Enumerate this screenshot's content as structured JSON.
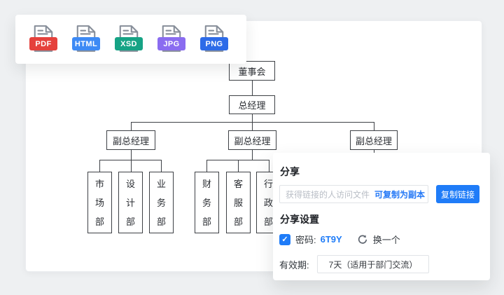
{
  "export_bar": {
    "formats": [
      {
        "label": "PDF",
        "color": "#e5413c",
        "icon": "pdf-file-icon"
      },
      {
        "label": "HTML",
        "color": "#3d8af5",
        "icon": "html-file-icon"
      },
      {
        "label": "XSD",
        "color": "#16a385",
        "icon": "xsd-file-icon"
      },
      {
        "label": "JPG",
        "color": "#8a6cf0",
        "icon": "jpg-file-icon"
      },
      {
        "label": "PNG",
        "color": "#2d6be8",
        "icon": "png-file-icon"
      }
    ]
  },
  "org_chart": {
    "root": "董事会",
    "general_manager": "总经理",
    "vice_managers": [
      "副总经理",
      "副总经理",
      "副总经理"
    ],
    "departments": [
      "市场部",
      "设计部",
      "业务部",
      "财务部",
      "客服部",
      "行政部"
    ]
  },
  "share_dialog": {
    "title": "分享",
    "link_input": {
      "placeholder": "获得链接的人访问文件",
      "copy_as_copy_label": "可复制为副本"
    },
    "copy_link_button": "复制链接",
    "settings_title": "分享设置",
    "password": {
      "checked": true,
      "label": "密码:",
      "value": "6T9Y",
      "refresh_label": "换一个"
    },
    "validity": {
      "label": "有效期:",
      "value": "7天（适用于部门交流）"
    }
  },
  "colors": {
    "accent_blue": "#1f7cf8",
    "page_background": "#eef0f2",
    "org_line": "#3d4045"
  }
}
